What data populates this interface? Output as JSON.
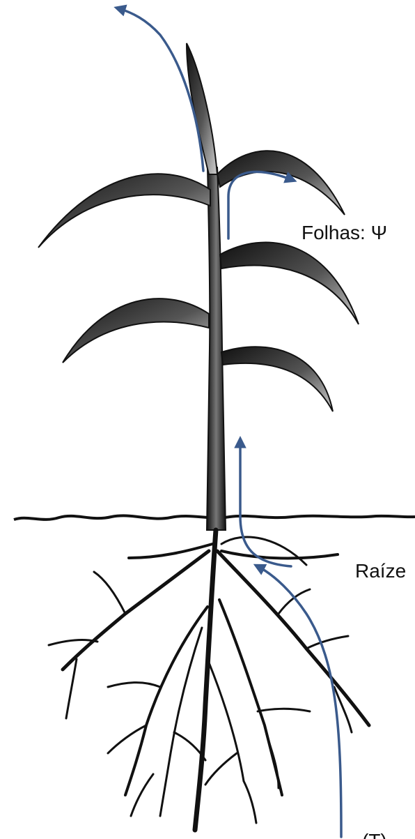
{
  "labels": {
    "leaves": "Folhas: Ψ",
    "roots": "Raíze",
    "bottom": "(T)"
  },
  "colors": {
    "arrow": "#3a5a8c",
    "plant": "#111111",
    "background": "#ffffff"
  }
}
